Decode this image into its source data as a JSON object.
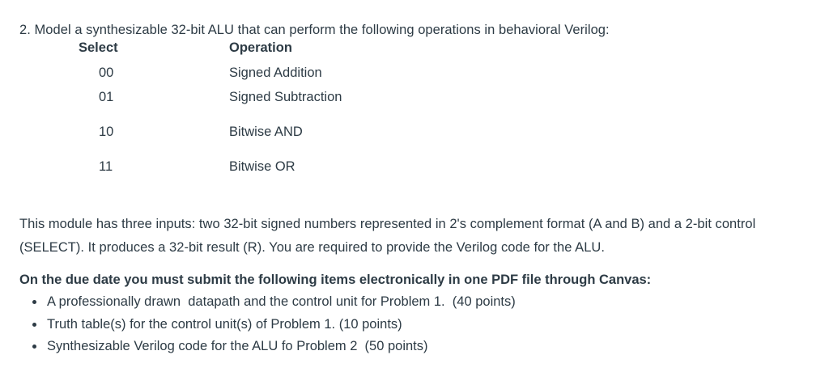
{
  "document": {
    "text_color": "#2d3b45",
    "background_color": "#ffffff",
    "problem_statement": "2. Model a synthesizable 32-bit ALU that can perform the following operations in behavioral Verilog:"
  },
  "op_table": {
    "headers": {
      "select": "Select",
      "operation": "Operation"
    },
    "rows": [
      {
        "select": "00",
        "operation": "Signed Addition"
      },
      {
        "select": "01",
        "operation": "Signed Subtraction"
      },
      {
        "select": "10",
        "operation": "Bitwise AND"
      },
      {
        "select": "11",
        "operation": "Bitwise OR"
      }
    ]
  },
  "description": {
    "paragraph": "This module has three inputs: two 32-bit signed numbers represented in 2's complement format (A and B) and a 2-bit control (SELECT).  It produces a 32-bit result (R).  You are required to provide the Verilog code for the ALU."
  },
  "submission": {
    "heading": "On the due date you must submit the following items electronically in one PDF file through Canvas:",
    "deliverables": [
      "A professionally drawn  datapath and the control unit for Problem 1.  (40 points)",
      "Truth table(s) for the control unit(s) of Problem 1. (10 points)",
      "Synthesizable Verilog code for the ALU fo Problem 2  (50 points)"
    ]
  }
}
